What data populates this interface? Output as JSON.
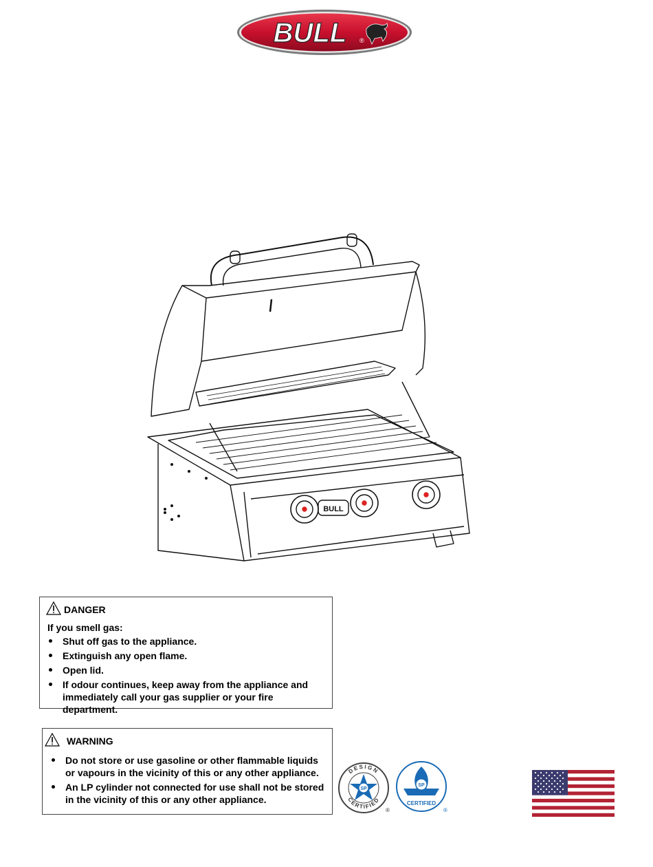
{
  "brand": {
    "name": "BULL",
    "mark": "®"
  },
  "danger": {
    "heading": "DANGER",
    "intro": "If you smell gas:",
    "items": [
      "Shut off gas to the appliance.",
      "Extinguish any open flame.",
      "Open lid.",
      "If odour continues, keep away from the appliance and immediately call your gas supplier or your fire department."
    ]
  },
  "warning": {
    "heading": "WARNING",
    "items": [
      "Do not store or use gasoline or other flammable liquids or vapours in the vicinity of this or any other appliance.",
      "An LP cylinder not connected for use shall not be stored in the vicinity of this or any other appliance."
    ]
  },
  "certifications": [
    {
      "label": "DESIGN CERTIFIED",
      "mark": "®"
    },
    {
      "label": "CERTIFIED",
      "mark": "®"
    }
  ],
  "colors": {
    "brand_red": "#c8102e",
    "cert_blue": "#1a6bb5",
    "flag_red": "#b22234",
    "flag_blue": "#3c3b6e"
  }
}
